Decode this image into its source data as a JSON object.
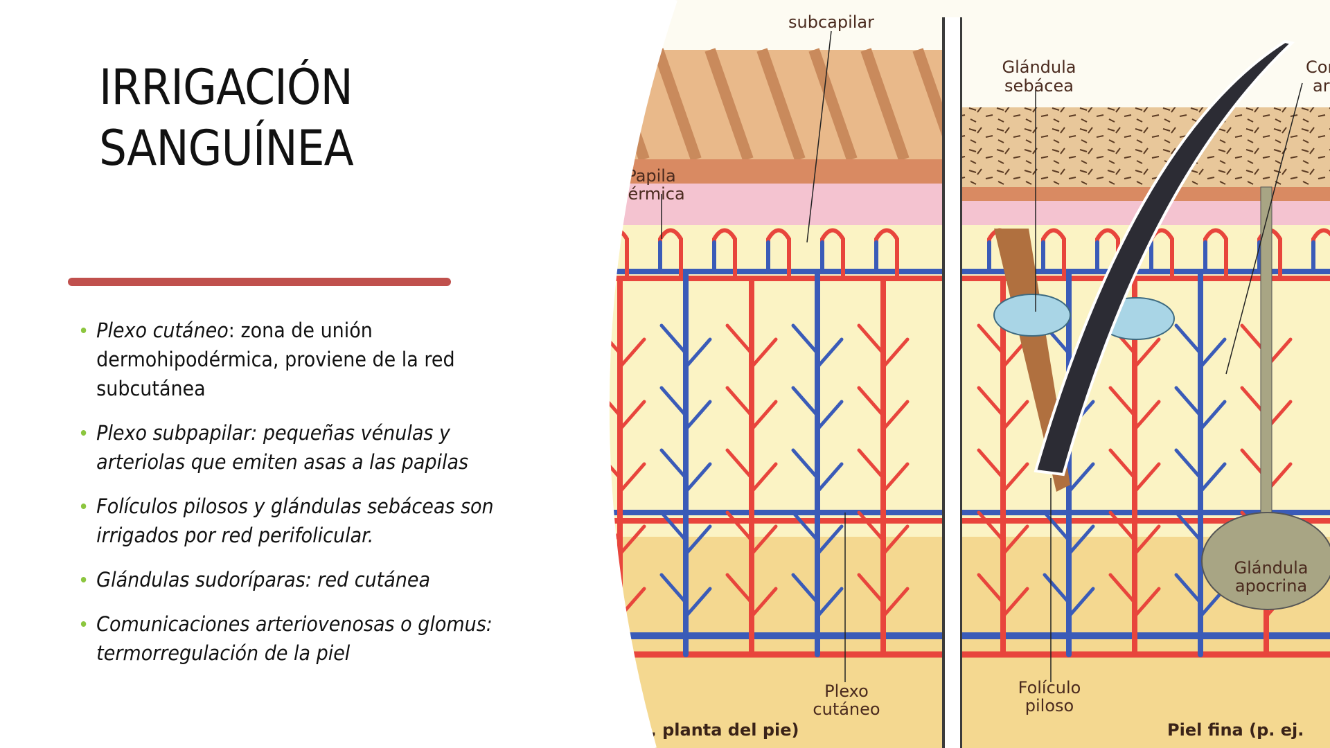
{
  "slide": {
    "title_line1": "IRRIGACIÓN",
    "title_line2": "SANGUÍNEA",
    "accent_color": "#c0504d",
    "bullet_color": "#8cc63f",
    "bullets": [
      {
        "lead": "Plexo cutáneo",
        "rest": ": zona de unión dermohipodérmica, proviene de la red subcutánea",
        "rest_italic": false
      },
      {
        "lead": "Plexo subpapilar: pequeñas vénulas y arteriolas que emiten asas a las papilas",
        "rest": "",
        "rest_italic": true
      },
      {
        "lead": "Folículos pilosos y glándulas sebáceas son irrigados por red perifolicular.",
        "rest": "",
        "rest_italic": true
      },
      {
        "lead": "Glándulas sudoríparas: red cutánea",
        "rest": "",
        "rest_italic": true
      },
      {
        "lead": "Comunicaciones arteriovenosas o glomus: termorregulación de la piel",
        "rest": "",
        "rest_italic": true
      }
    ]
  },
  "figure": {
    "labels": {
      "subcapilar": "subcapilar",
      "papila_1": "Papila",
      "papila_2": "dérmica",
      "sebacea_1": "Glándula",
      "sebacea_2": "sebácea",
      "com_1": "Com",
      "com_2": "arte",
      "apocrina_1": "Glándula",
      "apocrina_2": "apocrina",
      "plexo_1": "Plexo",
      "plexo_2": "cutáneo",
      "foliculo_1": "Folículo",
      "foliculo_2": "piloso",
      "caption_left": "ej., planta del pie)",
      "caption_right": "Piel fina (p. ej."
    },
    "colors": {
      "artery": "#e8453c",
      "vein": "#3a5bb8",
      "dermis": "#fbf3c4",
      "epidermis": "#e9b98a",
      "hypodermis": "#f4d890",
      "papilla": "#f4c3d0"
    }
  }
}
